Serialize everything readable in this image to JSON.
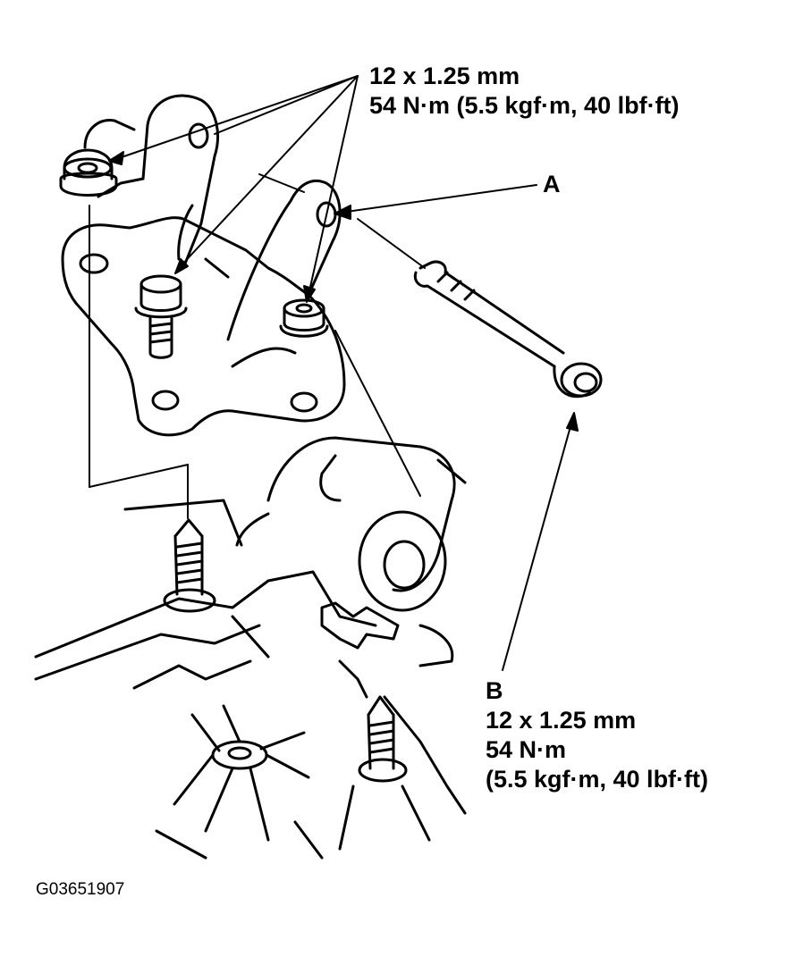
{
  "labels": {
    "top_spec": {
      "size": "12 x 1.25 mm",
      "torque": "54 N·m (5.5 kgf·m, 40 lbf·ft)"
    },
    "part_a": "A",
    "part_b": {
      "letter": "B",
      "size": "12 x 1.25 mm",
      "torque": "54 N·m",
      "torque_alt": "(5.5 kgf·m, 40 lbf·ft)"
    },
    "figure_code": "G03651907"
  },
  "colors": {
    "ink": "#000000",
    "paper": "#ffffff"
  }
}
